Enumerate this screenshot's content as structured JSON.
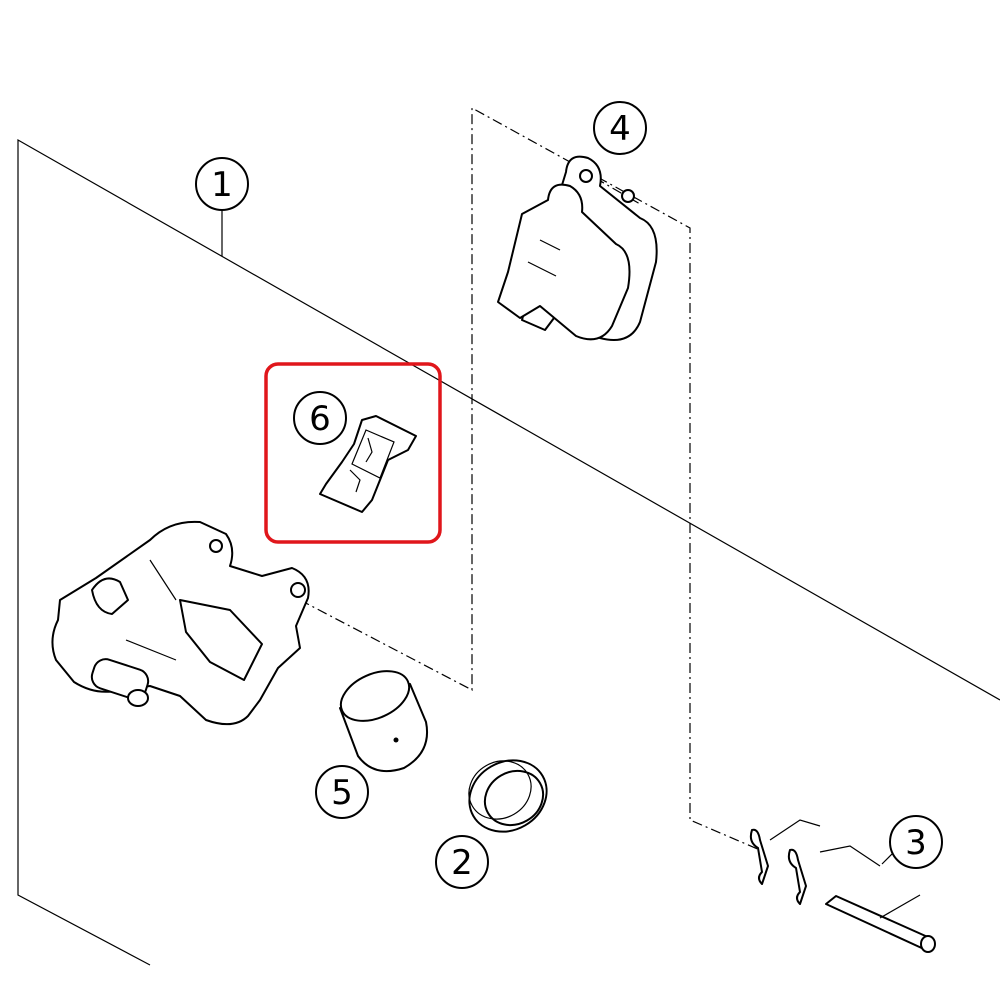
{
  "callouts": [
    {
      "id": "1",
      "label": "1"
    },
    {
      "id": "2",
      "label": "2"
    },
    {
      "id": "3",
      "label": "3"
    },
    {
      "id": "4",
      "label": "4"
    },
    {
      "id": "5",
      "label": "5"
    },
    {
      "id": "6",
      "label": "6"
    }
  ],
  "highlight": {
    "target": "6",
    "color": "#e0161b"
  }
}
